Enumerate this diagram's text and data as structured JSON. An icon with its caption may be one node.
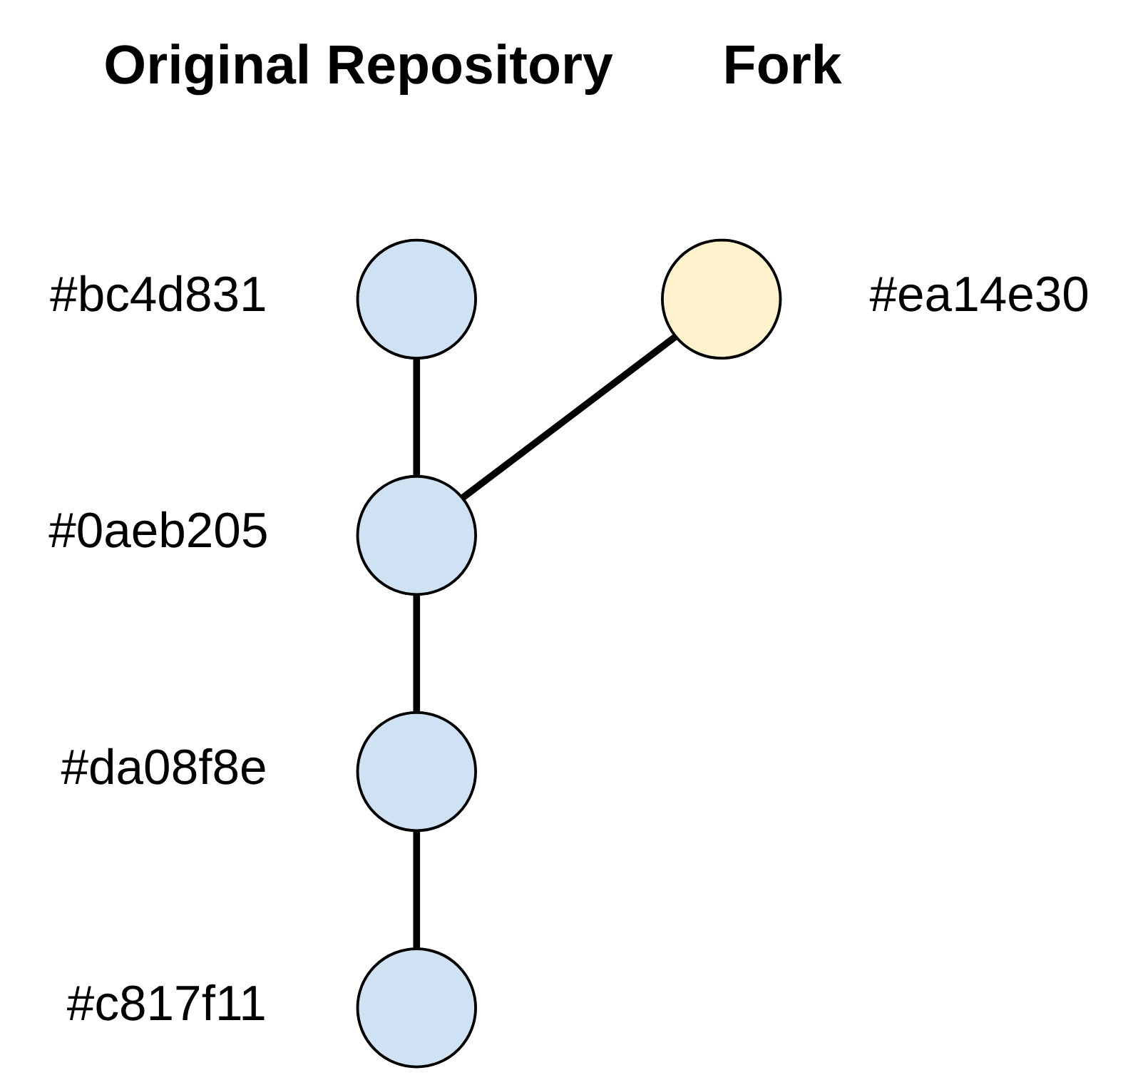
{
  "diagram": {
    "nodes": [
      {
        "text": [],
        "shape": "circle",
        "beside": [
          "#bc4d831"
        ]
      },
      {
        "text": [],
        "shape": "circle",
        "beside": [
          "#0aeb205"
        ]
      },
      {
        "text": [],
        "shape": "circle",
        "beside": [
          "#da08f8e"
        ]
      },
      {
        "text": [],
        "shape": "circle",
        "beside": [
          "#c817f11"
        ]
      },
      {
        "text": [],
        "shape": "circle",
        "beside": [
          "#ea14e30"
        ]
      }
    ],
    "edges": [
      {
        "from": 0,
        "to": 1,
        "arrow": "none"
      },
      {
        "from": 1,
        "to": 2,
        "arrow": "none"
      },
      {
        "from": 2,
        "to": 3,
        "arrow": "none"
      },
      {
        "from": 1,
        "to": 4,
        "arrow": "none"
      }
    ],
    "labels": [
      "Original Repository",
      "Fork"
    ]
  }
}
